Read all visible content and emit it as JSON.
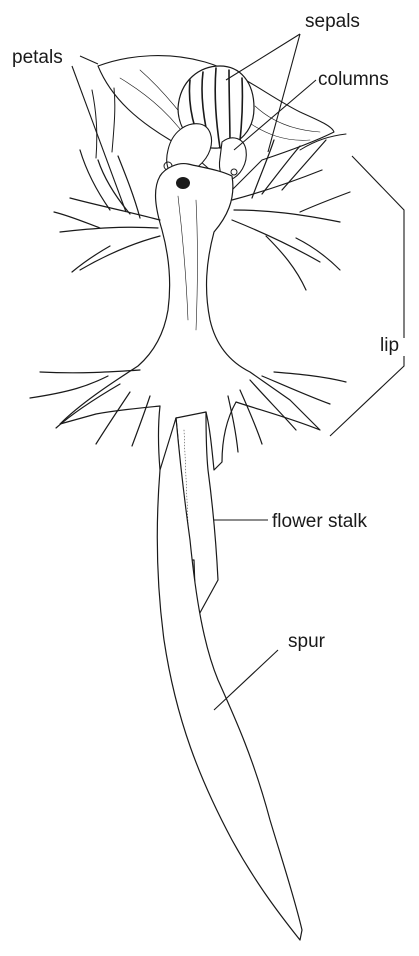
{
  "labels": {
    "sepals": "sepals",
    "petals": "petals",
    "columns": "columns",
    "lip": "lip",
    "flower_stalk": "flower stalk",
    "spur": "spur"
  }
}
